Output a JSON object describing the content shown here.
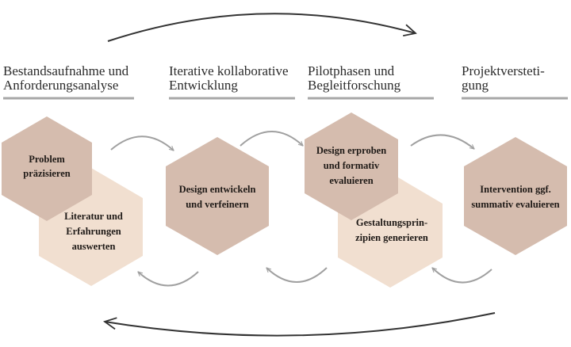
{
  "phases": [
    {
      "line1": "Bestandsaufnahme und",
      "line2": "Anforderungsanalyse"
    },
    {
      "line1": "Iterative kollaborative",
      "line2": "Entwicklung"
    },
    {
      "line1": "Pilotphasen und",
      "line2": "Begleitforschung"
    },
    {
      "line1": "Projektversteti-",
      "line2": "gung"
    }
  ],
  "hexagons": {
    "problem": {
      "line1": "Problem",
      "line2": "präzisieren"
    },
    "literatur": {
      "line1": "Literatur und",
      "line2": "Erfahrungen",
      "line3": "auswerten"
    },
    "design_entwickeln": {
      "line1": "Design entwickeln",
      "line2": "und verfeinern"
    },
    "design_erproben": {
      "line1": "Design erproben",
      "line2": "und formativ",
      "line3": "evaluieren"
    },
    "gestaltung": {
      "line1": "Gestaltungsprin-",
      "line2": "zipien generieren"
    },
    "intervention": {
      "line1": "Intervention ggf.",
      "line2": "summativ evaluieren"
    }
  },
  "colors": {
    "hex_dark": "#d5bcae",
    "hex_light": "#f1dfd0",
    "arrow_gray": "#a0a0a0",
    "arrow_dark": "#333333",
    "underline": "#a7a7a7"
  }
}
